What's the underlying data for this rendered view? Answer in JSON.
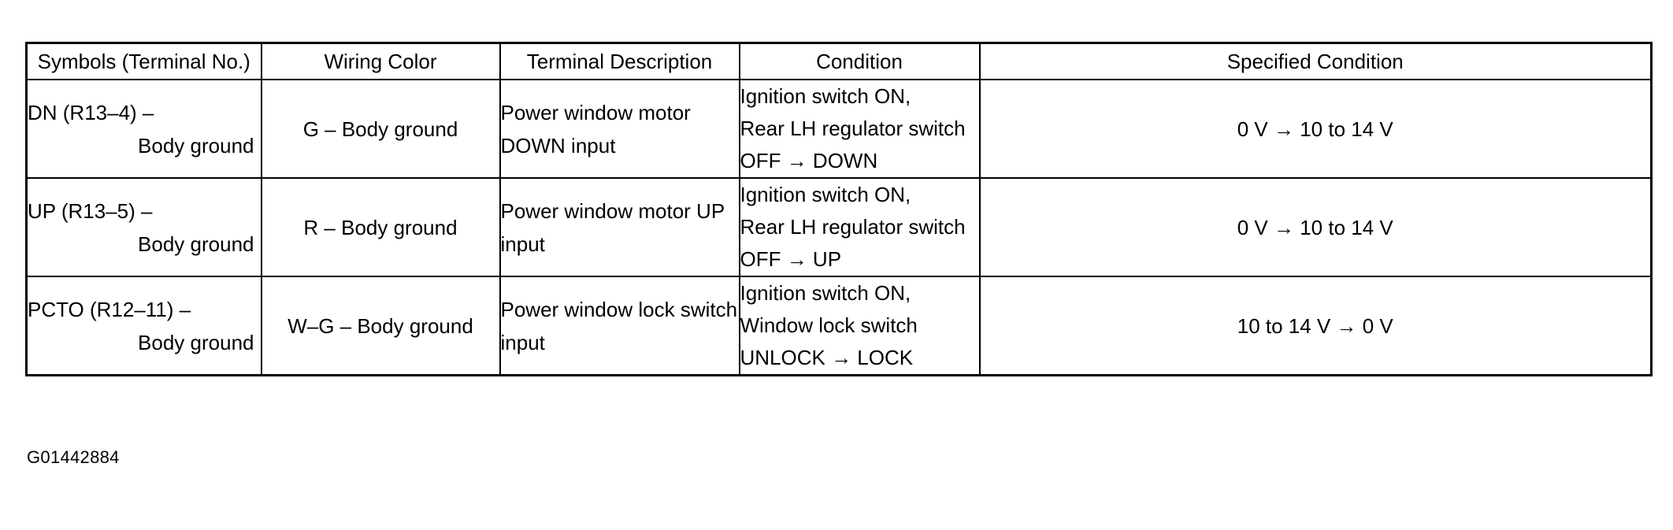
{
  "document": {
    "figure_id": "G01442884"
  },
  "table": {
    "headers": [
      "Symbols (Terminal No.)",
      "Wiring  Color",
      "Terminal Description",
      "Condition",
      "Specified Condition"
    ],
    "rows": [
      {
        "symbols": {
          "line1": "DN (R13–4) –",
          "line2": "Body ground"
        },
        "wiring_color": "G – Body ground",
        "terminal_description": {
          "line1": "Power window motor",
          "line2": "DOWN input"
        },
        "condition": {
          "line1": "Ignition switch ON,",
          "line2": "Rear LH regulator switch",
          "line3": "OFF → DOWN"
        },
        "specified_condition": "0 V → 10 to 14 V"
      },
      {
        "symbols": {
          "line1": "UP (R13–5) –",
          "line2": "Body ground"
        },
        "wiring_color": "R – Body ground",
        "terminal_description": {
          "line1": "Power window motor UP",
          "line2": "input"
        },
        "condition": {
          "line1": "Ignition switch ON,",
          "line2": "Rear LH regulator switch",
          "line3": "OFF → UP"
        },
        "specified_condition": "0 V → 10 to 14 V"
      },
      {
        "symbols": {
          "line1": "PCTO (R12–11) –",
          "line2": "Body ground"
        },
        "wiring_color": "W–G – Body ground",
        "terminal_description": {
          "line1": "Power window lock switch",
          "line2": "input"
        },
        "condition": {
          "line1": "Ignition switch ON,",
          "line2": "Window lock switch",
          "line3": "UNLOCK → LOCK"
        },
        "specified_condition": "10 to 14 V → 0 V"
      }
    ]
  }
}
